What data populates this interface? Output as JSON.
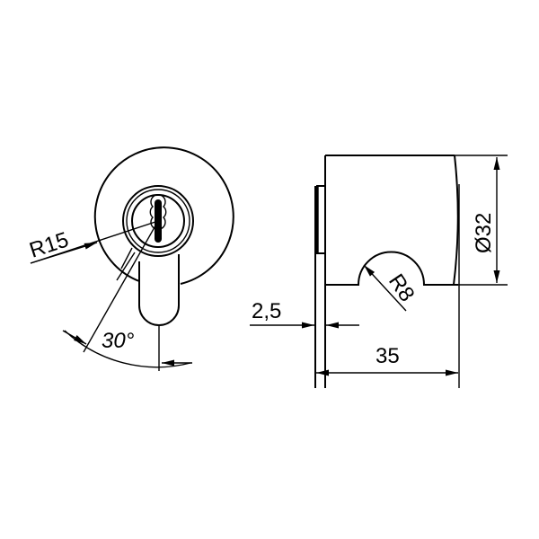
{
  "drawing": {
    "front_view": {
      "radius_label": "R15",
      "angle_label": "30°"
    },
    "side_view": {
      "diameter_label": "Ø32",
      "notch_radius_label": "R8",
      "flange_thickness_label": "2,5",
      "length_label": "35"
    },
    "colors": {
      "line": "#000000",
      "background": "#ffffff"
    }
  }
}
